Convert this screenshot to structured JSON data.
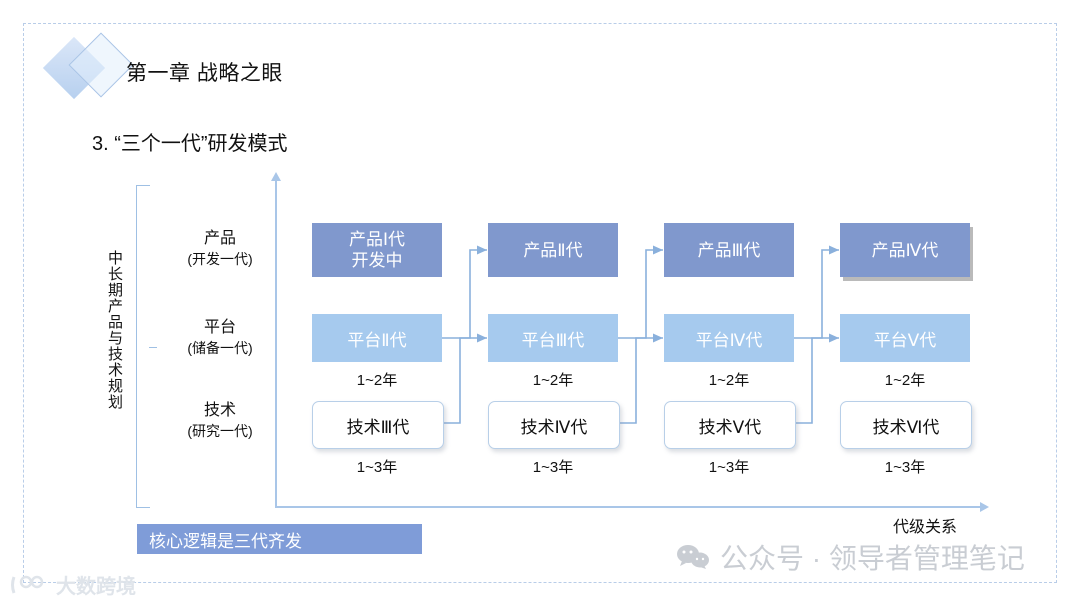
{
  "slide": {
    "chapter_title": "第一章 战略之眼",
    "section_title": "3. “三个一代”研发模式",
    "logo_icon": "double-diamond-logo"
  },
  "chart": {
    "y_axis_label": "中长期产品与技术规划",
    "x_axis_label": "代级关系",
    "rows": [
      {
        "key": "product",
        "name": "产品",
        "sub": "(开发一代)"
      },
      {
        "key": "platform",
        "name": "平台",
        "sub": "(储备一代)"
      },
      {
        "key": "tech",
        "name": "技术",
        "sub": "(研究一代)"
      }
    ],
    "columns": [
      {
        "product": "产品Ⅰ代",
        "product_line2": "开发中",
        "platform": "平台Ⅱ代",
        "platform_duration": "1~2年",
        "tech": "技术Ⅲ代",
        "tech_duration": "1~3年"
      },
      {
        "product": "产品Ⅱ代",
        "product_line2": "",
        "platform": "平台Ⅲ代",
        "platform_duration": "1~2年",
        "tech": "技术Ⅳ代",
        "tech_duration": "1~3年"
      },
      {
        "product": "产品Ⅲ代",
        "product_line2": "",
        "platform": "平台Ⅳ代",
        "platform_duration": "1~2年",
        "tech": "技术Ⅴ代",
        "tech_duration": "1~3年"
      },
      {
        "product": "产品Ⅳ代",
        "product_line2": "",
        "platform": "平台Ⅴ代",
        "platform_duration": "1~2年",
        "tech": "技术Ⅵ代",
        "tech_duration": "1~3年"
      }
    ]
  },
  "banner": {
    "text": "核心逻辑是三代齐发"
  },
  "watermarks": {
    "wechat_icon": "wechat-icon",
    "wechat_text": "公众号 · 领导者管理笔记",
    "bottom_icon": "dashu-logo-icon",
    "bottom_text": "大数跨境"
  },
  "colors": {
    "product_box": "#8098cd",
    "platform_box": "#a6caee",
    "tech_box_border": "#b8cfe8",
    "banner": "#7f9cd8",
    "axis": "#a9c6e8",
    "frame": "#b9cde8"
  }
}
